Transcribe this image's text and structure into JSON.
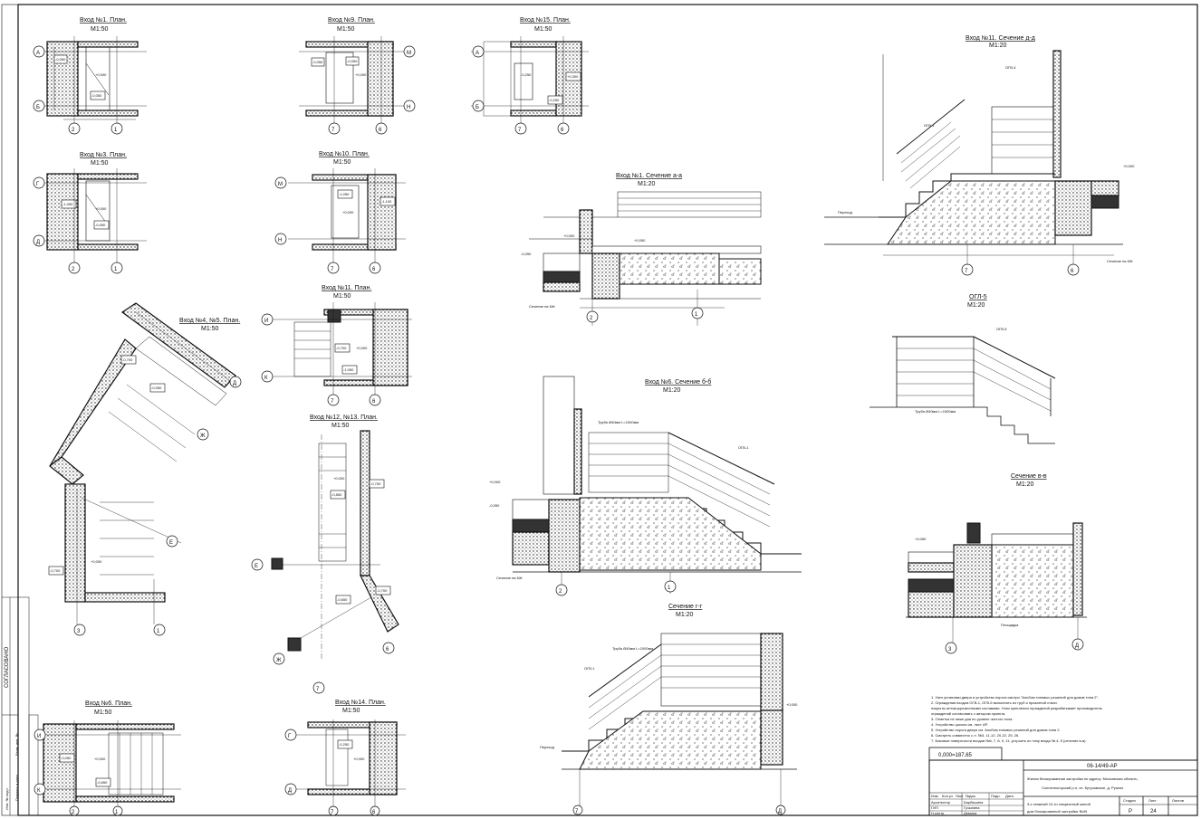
{
  "plans": [
    {
      "title": "Вход №1. План.",
      "scale": "М1:50",
      "axes": [
        "А",
        "Б",
        "2",
        "1"
      ],
      "marks": [
        "-0,050",
        "+0,000",
        "-0,050"
      ]
    },
    {
      "title": "Вход №9. План.",
      "scale": "М1:50",
      "axes": [
        "М",
        "Н",
        "7",
        "6"
      ],
      "marks": [
        "-0,050",
        "+0,000",
        "-0,050"
      ]
    },
    {
      "title": "Вход №15. План.",
      "scale": "М1:50",
      "axes": [
        "А",
        "Б",
        "7",
        "6"
      ],
      "marks": [
        "-0,250",
        "+0,300",
        "-0,250"
      ]
    },
    {
      "title": "Вход №3. План.",
      "scale": "М1:50",
      "axes": [
        "Г",
        "Д",
        "2",
        "1"
      ],
      "marks": [
        "-1,050",
        "+0,000",
        "-0,050"
      ]
    },
    {
      "title": "Вход №10. План.",
      "scale": "М1:50",
      "axes": [
        "М",
        "Н",
        "7",
        "6"
      ],
      "marks": [
        "-1,050",
        "+0,000",
        "-1,100"
      ]
    },
    {
      "title": "Вход №11. План.",
      "scale": "М1:50",
      "axes": [
        "И",
        "К",
        "7",
        "6"
      ],
      "marks": [
        "-0,700",
        "+0,000",
        "-1,050"
      ]
    },
    {
      "title": "Вход №4, №5.  План.",
      "scale": "М1:50",
      "axes": [
        "Д",
        "Ж",
        "Е",
        "3",
        "1"
      ],
      "marks": [
        "-0,700",
        "-0,050",
        "-0,700",
        "+0,000"
      ]
    },
    {
      "title": "Вход №12, №13. План.",
      "scale": "М1:50",
      "axes": [
        "Е",
        "Ж",
        "7",
        "6"
      ],
      "marks": [
        "-0,850",
        "-0,700",
        "-0,650",
        "+0,000"
      ]
    },
    {
      "title": "Вход №6. План.",
      "scale": "М1:50",
      "axes": [
        "И",
        "К",
        "2",
        "1"
      ],
      "marks": [
        "-0,050",
        "+0,000",
        "-0,650"
      ]
    },
    {
      "title": "Вход №14. План.",
      "scale": "М1:50",
      "axes": [
        "Г",
        "Д",
        "7",
        "6"
      ],
      "marks": [
        "-0,250",
        "+0,000"
      ]
    }
  ],
  "sections": [
    {
      "title": "Вход №1. Сечение а-а",
      "scale": "М1:20",
      "axes": [
        "2",
        "1"
      ]
    },
    {
      "title": "Вход №11. Сечение д-д",
      "scale": "М1:20",
      "axes": [
        "7",
        "6"
      ]
    },
    {
      "title": "ОГЛ-5",
      "scale": "М1:20"
    },
    {
      "title": "Вход №6. Сечение б-б",
      "scale": "М1:20",
      "axes": [
        "2",
        "1"
      ]
    },
    {
      "title": "Сечение в-в",
      "scale": "М1:20",
      "axes": [
        "3",
        "Д"
      ]
    },
    {
      "title": "Сечение г-г",
      "scale": "М1:20",
      "axes": [
        "7",
        "Д"
      ]
    }
  ],
  "section_labels": {
    "ogr": "ОГВ-1",
    "ogr5": "ОГВ-5",
    "wall_ref": "Сечение на КЖ",
    "landing": "Площадка",
    "crossing": "Переход",
    "pipe_label": "Труба Ø40мм L=1000мм",
    "side_note_title": "ОГВ-4",
    "mark_zero": "+0,000",
    "mark_a": "-0,050",
    "mark_b": "+0,050"
  },
  "notes": [
    "1. Узел установки двери и устройство порога смотри \"Альбом типовых решений для домов типа 2\".",
    "2. Ограждения входов ОГВ-1, ОГВ-5 выполнить из труб и прокатной стали.",
    "   покрыты антикоррозионными составами. Узлы крепления ограждений разрабатывает производитель.",
    "   ограждений согласовать с автором проекта.",
    "3. Отметка не ниже дна по уровню чистого пола.",
    "4. Устройство цоколя см. лист АР.",
    "5. Устройство порога двери см. Альбом типовых решений для домов типа 2.",
    "6. Смотреть совместно с л. №3, 11-12, 20-22, 25, 26.",
    "7. Боковые поверхности входов №6, 7, 8, 9, 11, устроить по типу входа № 4, 5 (сечение в-в)."
  ],
  "zero_mark": "0,000=187,65",
  "stamp": {
    "code": "06-14/49-АР",
    "object_lines": [
      "Жилая блокированная застройка по адресу: Московская область,",
      "Солнечногорский р-н, сп. Кутузовское, д. Рузино"
    ],
    "sheet_title_lines": [
      "3-х этажный 10-ти секционный жилой",
      "дом блокированной застройки №49"
    ],
    "col_headers": [
      "Изм.",
      "Кол.уч",
      "Лист",
      "№док.",
      "Подп.",
      "Дата"
    ],
    "roles": [
      "Архитектор",
      "ГИП",
      "Н.контр."
    ],
    "names": [
      "Барбашина",
      "Гузынина",
      "Демина"
    ],
    "stage_header": "Стадия",
    "sheet_header": "Лист",
    "sheets_header": "Листов",
    "stage": "Р",
    "sheet": "24"
  },
  "side_stamp": {
    "agreed": "СОГЛАСОВАНО",
    "inv": "Инв. № подл.",
    "sign": "Подпись и дата",
    "swap": "Взам. инв. №"
  }
}
